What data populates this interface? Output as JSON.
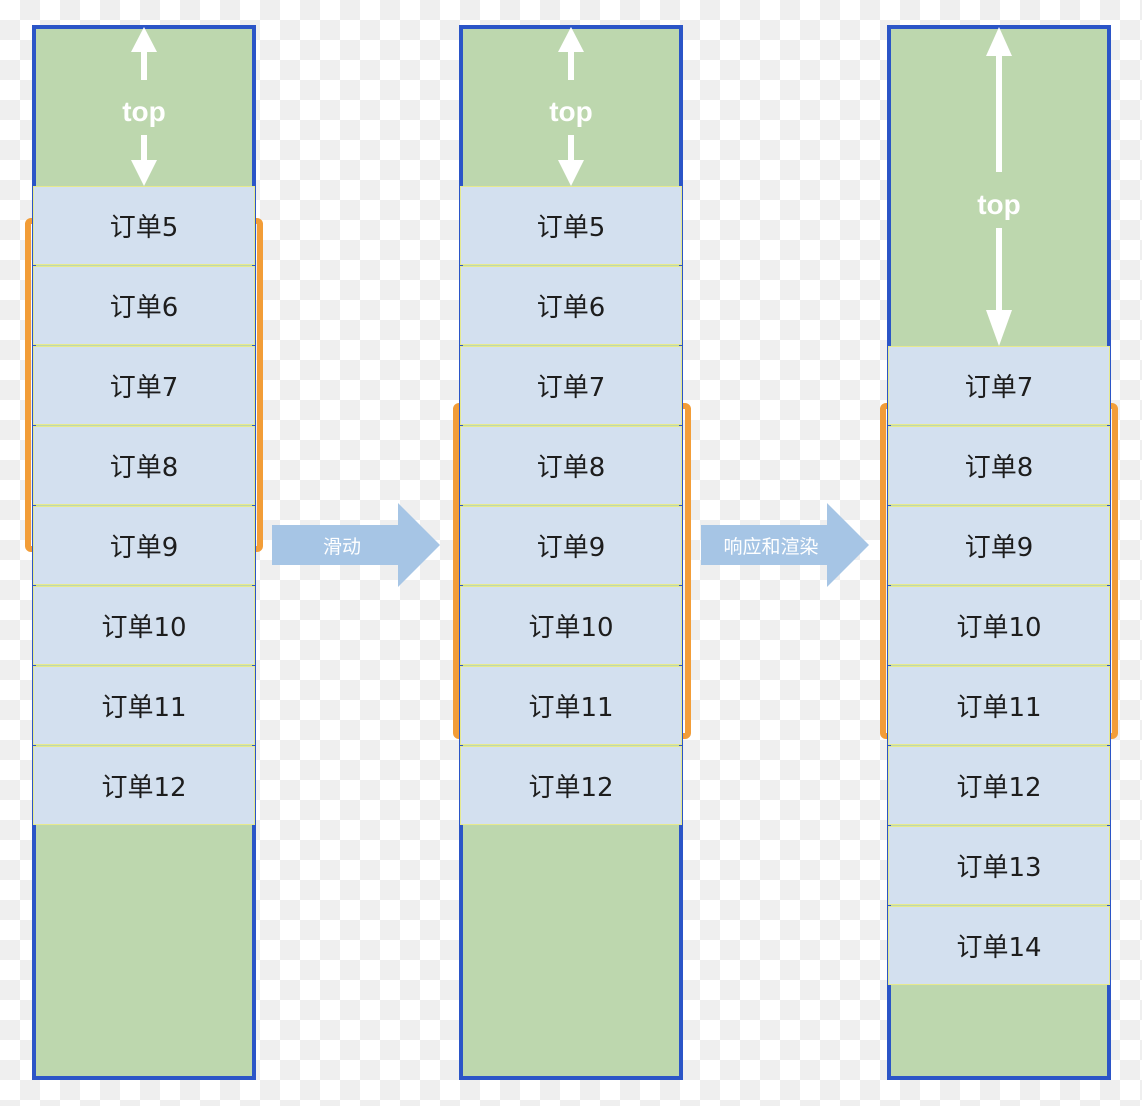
{
  "columns": [
    {
      "top_label": "top",
      "items": [
        "订单5",
        "订单6",
        "订单7",
        "订单8",
        "订单9",
        "订单10",
        "订单11",
        "订单12"
      ]
    },
    {
      "top_label": "top",
      "items": [
        "订单5",
        "订单6",
        "订单7",
        "订单8",
        "订单9",
        "订单10",
        "订单11",
        "订单12"
      ]
    },
    {
      "top_label": "top",
      "items": [
        "订单7",
        "订单8",
        "订单9",
        "订单10",
        "订单11",
        "订单12",
        "订单13",
        "订单14"
      ]
    }
  ],
  "flow_arrows": [
    {
      "label": "滑动"
    },
    {
      "label": "响应和渲染"
    }
  ],
  "colors": {
    "column_fill": "#bdd7ae",
    "column_border": "#2b55c7",
    "item_fill": "#d3e0ef",
    "viewport_bracket": "#f29d38",
    "flow_arrow": "#a6c5e5",
    "top_arrow": "#ffffff"
  },
  "icons": {
    "top_indicator": "double-headed-vertical-arrow-icon",
    "flow": "right-arrow-icon"
  }
}
